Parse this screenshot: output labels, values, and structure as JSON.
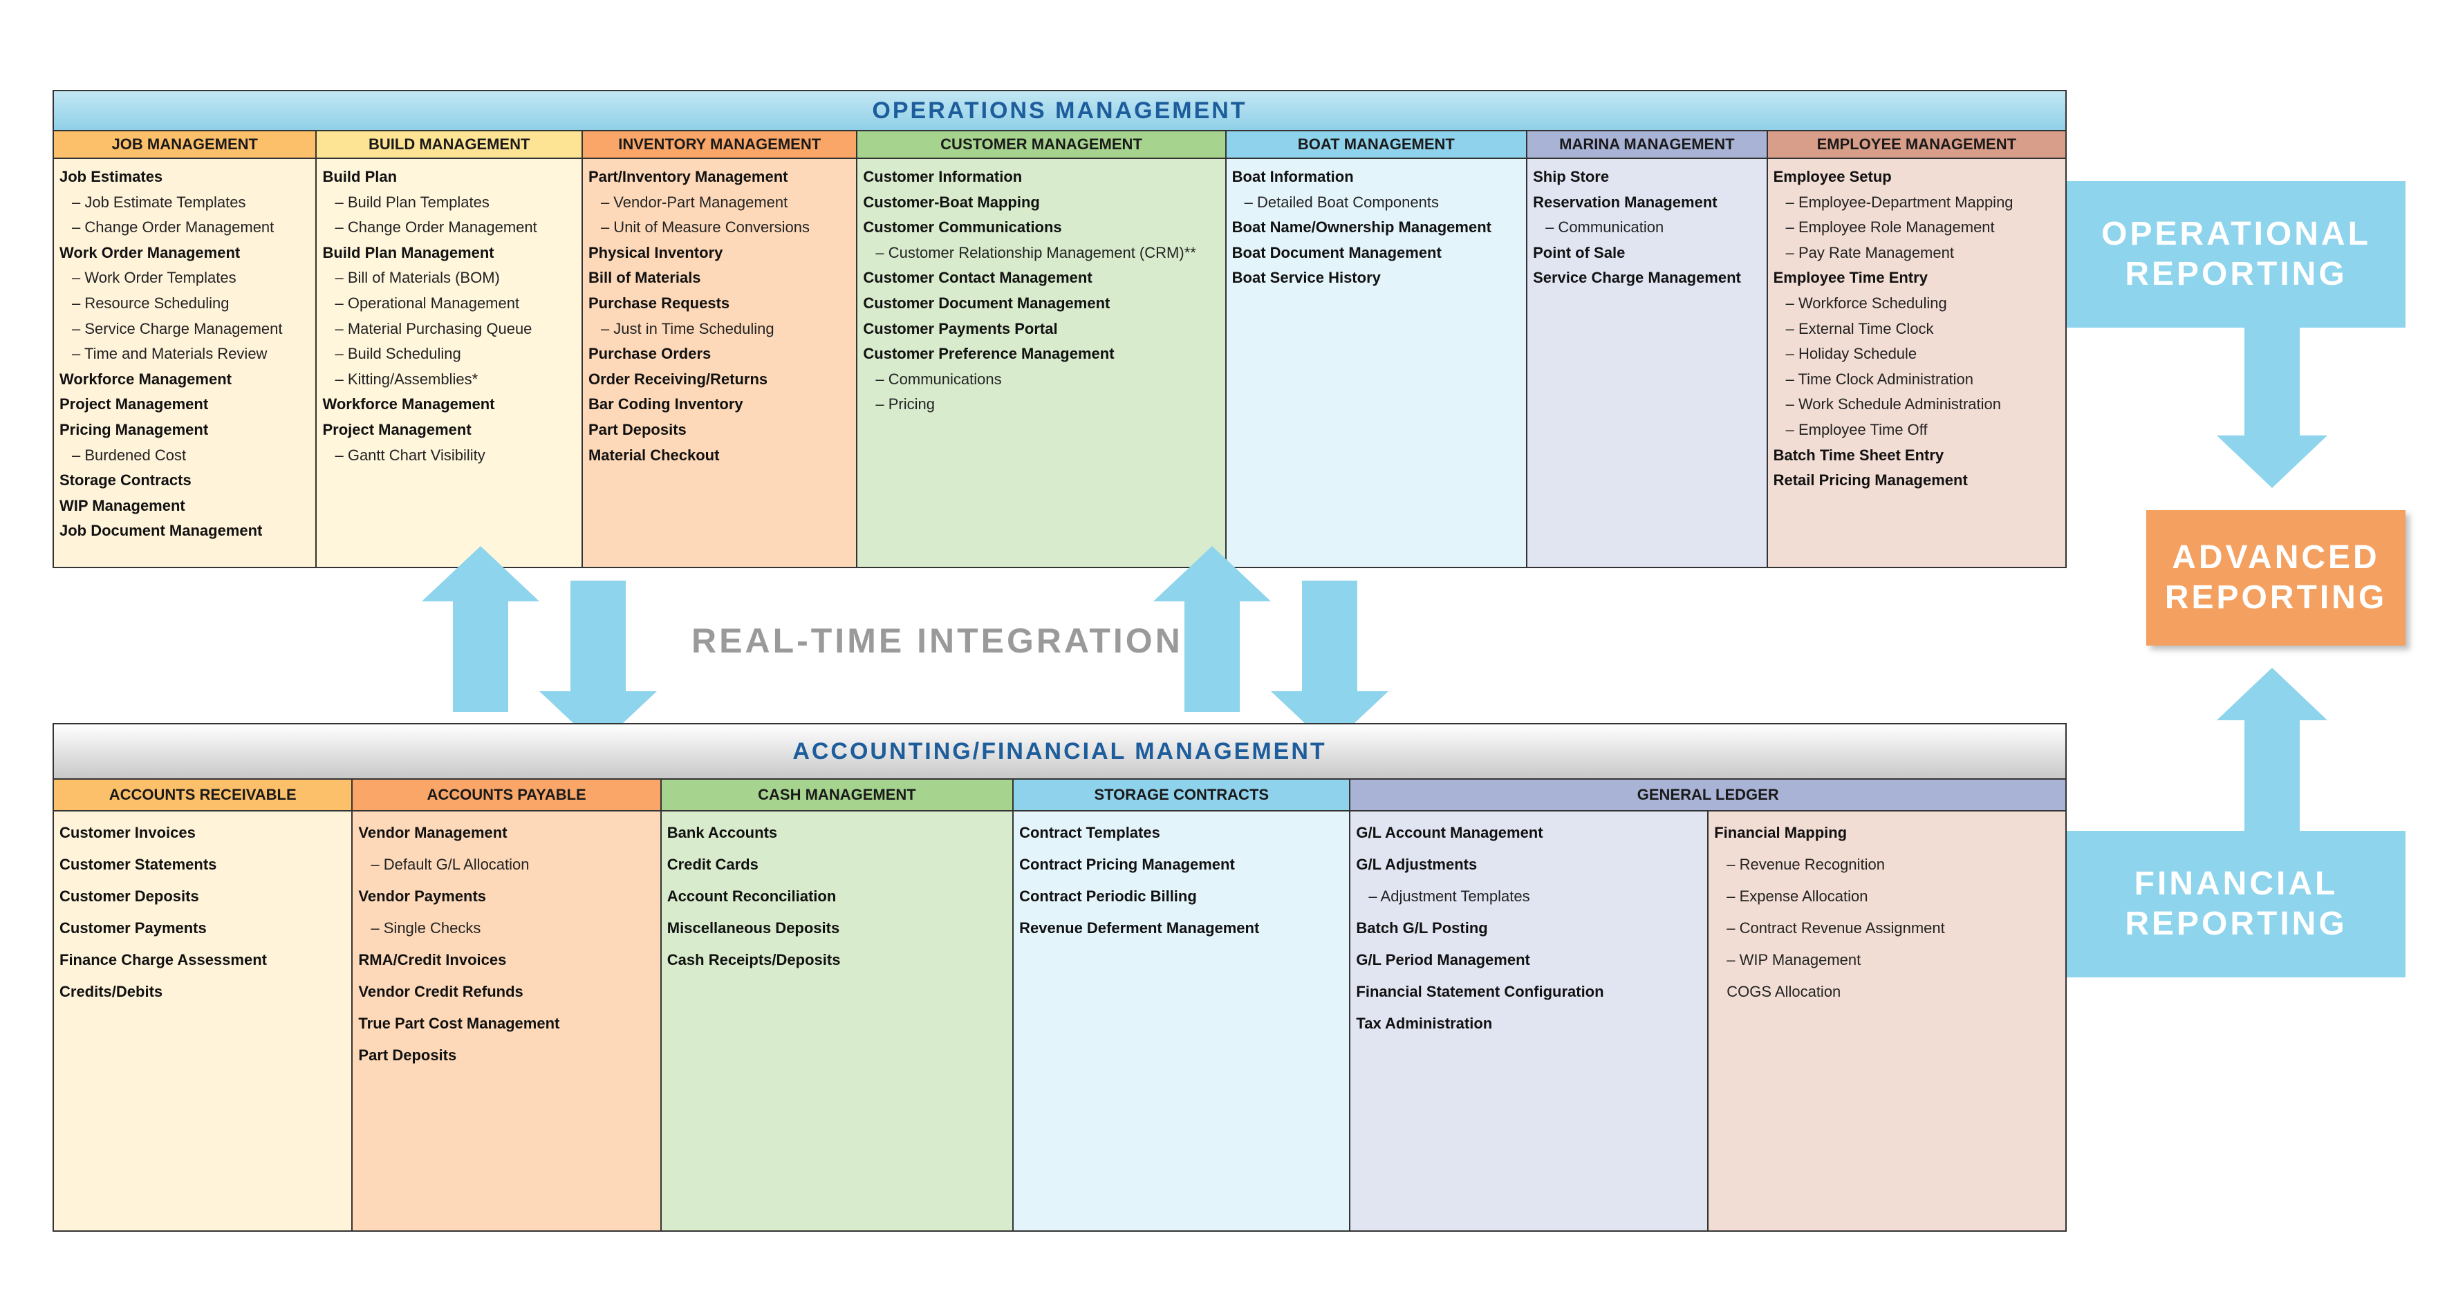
{
  "operations": {
    "title": "OPERATIONS MANAGEMENT",
    "columns": [
      {
        "header": "JOB MANAGEMENT",
        "color": "#fdc06a",
        "body": "#fff3da",
        "items": [
          [
            "Job Estimates",
            "b"
          ],
          [
            "– Job Estimate Templates",
            "s"
          ],
          [
            "– Change Order Management",
            "s"
          ],
          [
            "Work Order Management",
            "b"
          ],
          [
            "– Work Order Templates",
            "s"
          ],
          [
            "– Resource Scheduling",
            "s"
          ],
          [
            "– Service Charge Management",
            "s"
          ],
          [
            "– Time and Materials Review",
            "s"
          ],
          [
            "Workforce Management",
            "b"
          ],
          [
            "Project Management",
            "b"
          ],
          [
            "Pricing Management",
            "b"
          ],
          [
            "– Burdened Cost",
            "s"
          ],
          [
            "Storage Contracts",
            "b"
          ],
          [
            "WIP Management",
            "b"
          ],
          [
            "Job Document Management",
            "b"
          ]
        ]
      },
      {
        "header": "BUILD MANAGEMENT",
        "color": "#fde394",
        "body": "#fff6dc",
        "items": [
          [
            "Build Plan",
            "b"
          ],
          [
            "– Build Plan Templates",
            "s"
          ],
          [
            "– Change Order Management",
            "s"
          ],
          [
            "Build Plan Management",
            "b"
          ],
          [
            "– Bill of Materials (BOM)",
            "s"
          ],
          [
            "– Operational Management",
            "s"
          ],
          [
            "– Material Purchasing Queue",
            "s"
          ],
          [
            "– Build Scheduling",
            "s"
          ],
          [
            "– Kitting/Assemblies*",
            "s"
          ],
          [
            "Workforce Management",
            "b"
          ],
          [
            "Project Management",
            "b"
          ],
          [
            "– Gantt Chart Visibility",
            "s"
          ]
        ]
      },
      {
        "header": "INVENTORY MANAGEMENT",
        "color": "#f9a668",
        "body": "#fdd9b9",
        "items": [
          [
            "Part/Inventory Management",
            "b"
          ],
          [
            "– Vendor-Part Management",
            "s"
          ],
          [
            "– Unit of Measure Conversions",
            "s"
          ],
          [
            "Physical Inventory",
            "b"
          ],
          [
            "Bill of Materials",
            "b"
          ],
          [
            "Purchase Requests",
            "b"
          ],
          [
            "– Just in Time Scheduling",
            "s"
          ],
          [
            "Purchase Orders",
            "b"
          ],
          [
            "Order Receiving/Returns",
            "b"
          ],
          [
            "Bar Coding Inventory",
            "b"
          ],
          [
            "Part Deposits",
            "b"
          ],
          [
            "Material Checkout",
            "b"
          ]
        ]
      },
      {
        "header": "CUSTOMER MANAGEMENT",
        "color": "#a6d48e",
        "body": "#d8ebcc",
        "items": [
          [
            "Customer Information",
            "b"
          ],
          [
            "Customer-Boat Mapping",
            "b"
          ],
          [
            "Customer Communications",
            "b"
          ],
          [
            "– Customer Relationship Management (CRM)**",
            "s"
          ],
          [
            "Customer Contact Management",
            "b"
          ],
          [
            "Customer Document Management",
            "b"
          ],
          [
            "Customer Payments Portal",
            "b"
          ],
          [
            "Customer Preference Management",
            "b"
          ],
          [
            "– Communications",
            "s"
          ],
          [
            "– Pricing",
            "s"
          ]
        ]
      },
      {
        "header": "BOAT MANAGEMENT",
        "color": "#8fd2ec",
        "body": "#e4f4fb",
        "items": [
          [
            "Boat Information",
            "b"
          ],
          [
            "– Detailed Boat Components",
            "s"
          ],
          [
            "Boat Name/Ownership Management",
            "b"
          ],
          [
            "Boat Document Management",
            "b"
          ],
          [
            "Boat Service History",
            "b"
          ]
        ]
      },
      {
        "header": "MARINA MANAGEMENT",
        "color": "#a9b3d6",
        "body": "#e1e5f2",
        "items": [
          [
            "Ship Store",
            "b"
          ],
          [
            "Reservation Management",
            "b"
          ],
          [
            "– Communication",
            "s"
          ],
          [
            "Point of Sale",
            "b"
          ],
          [
            "Service Charge Management",
            "b"
          ]
        ]
      },
      {
        "header": "EMPLOYEE MANAGEMENT",
        "color": "#d99e8a",
        "body": "#f2ddd4",
        "items": [
          [
            "Employee Setup",
            "b"
          ],
          [
            "– Employee-Department Mapping",
            "s"
          ],
          [
            "– Employee Role Management",
            "s"
          ],
          [
            "– Pay Rate Management",
            "s"
          ],
          [
            "Employee Time Entry",
            "b"
          ],
          [
            "– Workforce Scheduling",
            "s"
          ],
          [
            "– External Time Clock",
            "s"
          ],
          [
            "– Holiday Schedule",
            "s"
          ],
          [
            "– Time Clock Administration",
            "s"
          ],
          [
            "– Work Schedule Administration",
            "s"
          ],
          [
            "– Employee Time Off",
            "s"
          ],
          [
            "Batch Time Sheet Entry",
            "b"
          ],
          [
            "Retail Pricing Management",
            "b"
          ]
        ]
      }
    ]
  },
  "accounting": {
    "title": "ACCOUNTING/FINANCIAL MANAGEMENT",
    "columns": [
      {
        "header": "ACCOUNTS RECEIVABLE",
        "color": "#fdc06a",
        "body": "#fff3da",
        "items": [
          [
            "Customer Invoices",
            "b"
          ],
          [
            "Customer Statements",
            "b"
          ],
          [
            "Customer Deposits",
            "b"
          ],
          [
            "Customer Payments",
            "b"
          ],
          [
            "Finance Charge Assessment",
            "b"
          ],
          [
            "Credits/Debits",
            "b"
          ]
        ]
      },
      {
        "header": "ACCOUNTS PAYABLE",
        "color": "#f9a668",
        "body": "#fdd9b9",
        "items": [
          [
            "Vendor Management",
            "b"
          ],
          [
            "– Default G/L Allocation",
            "s"
          ],
          [
            "Vendor Payments",
            "b"
          ],
          [
            "– Single Checks",
            "s"
          ],
          [
            "RMA/Credit Invoices",
            "b"
          ],
          [
            "Vendor Credit Refunds",
            "b"
          ],
          [
            "True Part Cost Management",
            "b"
          ],
          [
            "Part Deposits",
            "b"
          ]
        ]
      },
      {
        "header": "CASH MANAGEMENT",
        "color": "#a6d48e",
        "body": "#d8ebcc",
        "items": [
          [
            "Bank Accounts",
            "b"
          ],
          [
            "Credit Cards",
            "b"
          ],
          [
            "Account Reconciliation",
            "b"
          ],
          [
            "Miscellaneous Deposits",
            "b"
          ],
          [
            "Cash Receipts/Deposits",
            "b"
          ]
        ]
      },
      {
        "header": "STORAGE CONTRACTS",
        "color": "#8fd2ec",
        "body": "#e4f4fb",
        "items": [
          [
            "Contract Templates",
            "b"
          ],
          [
            "Contract Pricing Management",
            "b"
          ],
          [
            "Contract Periodic Billing",
            "b"
          ],
          [
            "Revenue Deferment Management",
            "b"
          ]
        ]
      },
      {
        "header": "GENERAL LEDGER",
        "color": "#a9b3d6",
        "body": "#e1e5f2",
        "items": [
          [
            "G/L Account Management",
            "b"
          ],
          [
            "G/L Adjustments",
            "b"
          ],
          [
            "– Adjustment Templates",
            "s"
          ],
          [
            "Batch G/L Posting",
            "b"
          ],
          [
            "G/L Period Management",
            "b"
          ],
          [
            "Financial Statement Configuration",
            "b"
          ],
          [
            "Tax Administration",
            "b"
          ]
        ],
        "items2": [
          [
            "Financial Mapping",
            "b"
          ],
          [
            "– Revenue Recognition",
            "s"
          ],
          [
            "– Expense Allocation",
            "s"
          ],
          [
            "– Contract Revenue Assignment",
            "s"
          ],
          [
            "– WIP Management",
            "s"
          ],
          [
            "COGS Allocation",
            "s"
          ]
        ],
        "body2": "#f2ddd4"
      }
    ]
  },
  "integration_label": "REAL-TIME INTEGRATION",
  "operational_reporting": [
    "OPERATIONAL",
    "REPORTING"
  ],
  "advanced_reporting": [
    "ADVANCED",
    "REPORTING"
  ],
  "financial_reporting": [
    "FINANCIAL",
    "REPORTING"
  ],
  "colors": {
    "arrow": "#8dd4ec",
    "advanced": "#f4a060",
    "title": "#1d5d9b"
  }
}
